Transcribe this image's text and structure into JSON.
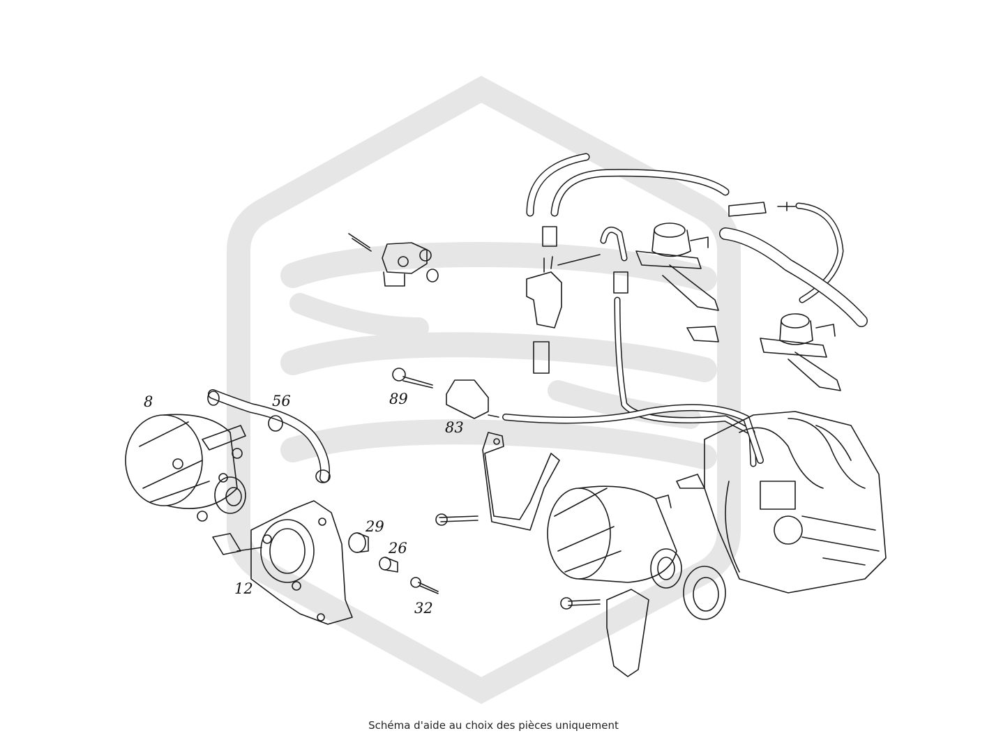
{
  "diagram": {
    "part_labels": {
      "p8": "8",
      "p56": "56",
      "p89": "89",
      "p83": "83",
      "p12": "12",
      "p29": "29",
      "p26": "26",
      "p32": "32"
    },
    "caption": "Schéma d'aide au choix des pièces uniquement",
    "watermark_color": "#e6e6e6",
    "line_color": "#1a1a1a"
  }
}
